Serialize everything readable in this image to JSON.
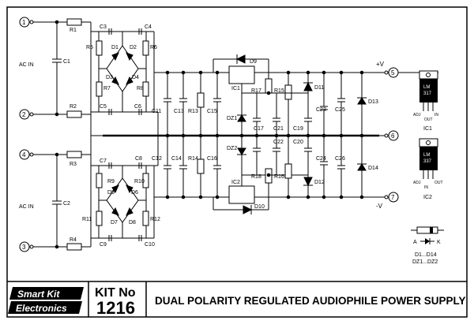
{
  "nodes": {
    "n1": "1",
    "n2": "2",
    "n3": "3",
    "n4": "4",
    "n5": "5",
    "n6": "6",
    "n7": "7"
  },
  "rails": {
    "pos": "+V",
    "neg": "-V"
  },
  "ac_in": [
    "AC IN",
    "AC IN"
  ],
  "components": {
    "R1": "R1",
    "R2": "R2",
    "R3": "R3",
    "R4": "R4",
    "R5": "R5",
    "R6": "R6",
    "R7": "R7",
    "R8": "R8",
    "R9": "R9",
    "R10": "R10",
    "R11": "R11",
    "R12": "R12",
    "R13": "R13",
    "R14": "R14",
    "R15": "R15",
    "R16": "R16",
    "R17": "R17",
    "R18": "R18",
    "C1": "C1",
    "C2": "C2",
    "C3": "C3",
    "C4": "C4",
    "C5": "C5",
    "C6": "C6",
    "C7": "C7",
    "C8": "C8",
    "C9": "C9",
    "C10": "C10",
    "C11": "C11",
    "C12": "C12",
    "C13": "C13",
    "C14": "C14",
    "C15": "C15",
    "C16": "C16",
    "C17": "C17",
    "C19": "C19",
    "C20": "C20",
    "C21": "C21",
    "C22": "C22",
    "C23": "C23",
    "C24": "C24",
    "C25": "C25",
    "C26": "C26",
    "D1": "D1",
    "D2": "D2",
    "D3": "D3",
    "D4": "D4",
    "D5": "D5",
    "D6": "D6",
    "D7": "D7",
    "D8": "D8",
    "D9": "D9",
    "D10": "D10",
    "D11": "D11",
    "D12": "D12",
    "D13": "D13",
    "D14": "D14",
    "DZ1": "DZ1",
    "DZ2": "DZ2",
    "IC1": "IC1",
    "IC2": "IC2"
  },
  "ic_legend": {
    "ic1": {
      "line1": "LM",
      "line2": "317",
      "pins": [
        "ADJ",
        "OUT",
        "IN"
      ],
      "label": "IC1"
    },
    "ic2": {
      "line1": "LM",
      "line2": "337",
      "pins": [
        "ADJ",
        "IN",
        "OUT"
      ],
      "label": "IC2"
    }
  },
  "diode_legend": {
    "anode": "A",
    "cathode": "K",
    "line1": "D1...D14",
    "line2": "DZ1...DZ2"
  },
  "footer": {
    "brand1": "Smart Kit",
    "brand2": "Electronics",
    "kit_label": "KIT No",
    "kit_number": "1216",
    "title": "DUAL POLARITY REGULATED AUDIOPHILE POWER SUPPLY"
  }
}
